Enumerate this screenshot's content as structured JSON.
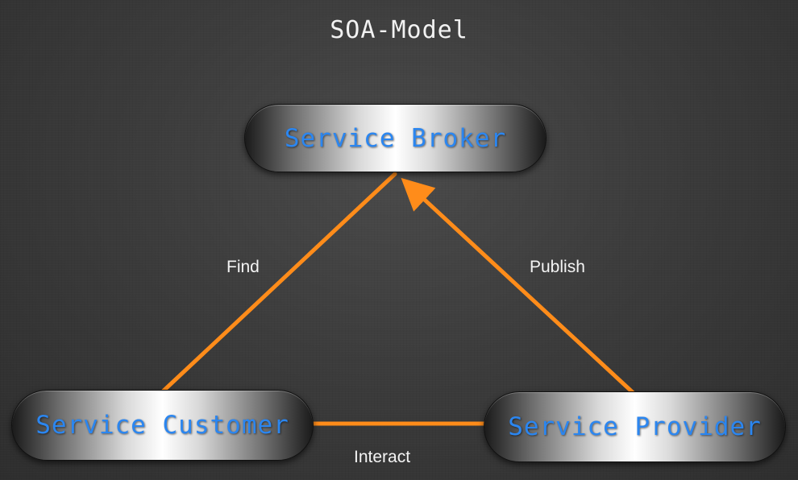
{
  "title": "SOA-Model",
  "nodes": {
    "broker": "Service Broker",
    "customer": "Service Customer",
    "provider": "Service Provider"
  },
  "edges": {
    "find": "Find",
    "publish": "Publish",
    "interact": "Interact"
  },
  "colors": {
    "connector": "#ff8c1a",
    "node_text": "#2b86f0",
    "background": "#3c3c3c"
  }
}
